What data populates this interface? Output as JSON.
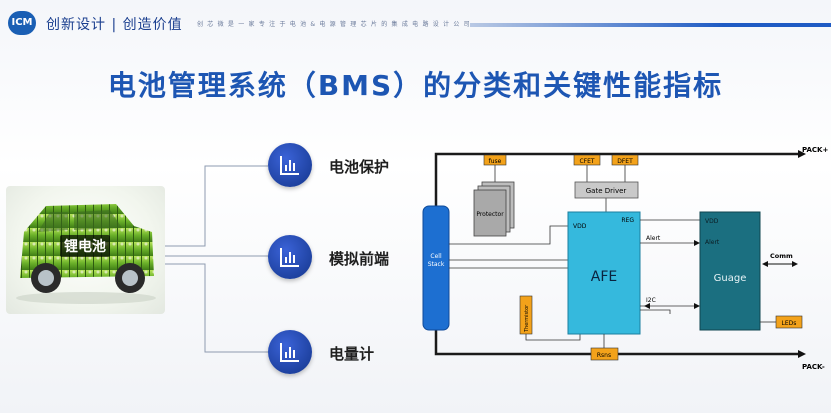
{
  "header": {
    "logo_text": "ICM",
    "slogan": "创新设计 | 创造价值",
    "subtitle": "创 芯 微 是 一 家 专 注 于 电 池 & 电 源 管 理 芯 片 的 集 成 电 路 设 计 公 司"
  },
  "title": "电池管理系统（BMS）的分类和关键性能指标",
  "image": {
    "caption": "锂电池"
  },
  "categories": [
    {
      "label": "电池保护",
      "icon": "bar-chart-icon"
    },
    {
      "label": "模拟前端",
      "icon": "bar-chart-icon"
    },
    {
      "label": "电量计",
      "icon": "bar-chart-icon"
    }
  ],
  "diagram": {
    "pack_plus": "PACK+",
    "pack_minus": "PACK-",
    "fuse": "fuse",
    "cfet": "CFET",
    "dfet": "DFET",
    "gate_driver": "Gate Driver",
    "protector": "Protector",
    "cell_stack_line1": "Cell",
    "cell_stack_line2": "Stack",
    "thermistor": "Thermistor",
    "afe": "AFE",
    "afe_vdd": "VDD",
    "afe_reg": "REG",
    "afe_alert": "Alert",
    "afe_i2c": "I2C",
    "gauge": "Guage",
    "gauge_vdd": "VDD",
    "gauge_alert": "Alert",
    "comm": "Comm",
    "leds": "LEDs",
    "rsns": "Rsns"
  },
  "colors": {
    "accent": "#1d56b3",
    "afe": "#35b9dd",
    "gauge": "#1b6f80",
    "orange_block": "#f3a21a",
    "cell_stack": "#1d6fd1"
  }
}
